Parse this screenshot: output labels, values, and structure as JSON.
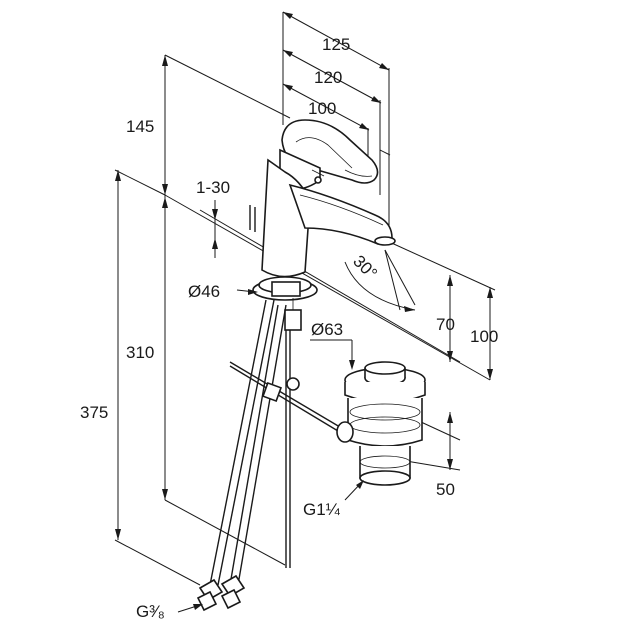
{
  "dimensions": {
    "width_125": "125",
    "width_120": "120",
    "width_100": "100",
    "height_145": "145",
    "height_1_30": "1-30",
    "diameter_46": "Ø46",
    "angle_30": "30°",
    "height_70": "70",
    "height_100": "100",
    "diameter_63": "Ø63",
    "height_310": "310",
    "height_375": "375",
    "height_50": "50",
    "thread_g1_1_4": "G1¼",
    "thread_g3_8": "G³⁄₈"
  }
}
